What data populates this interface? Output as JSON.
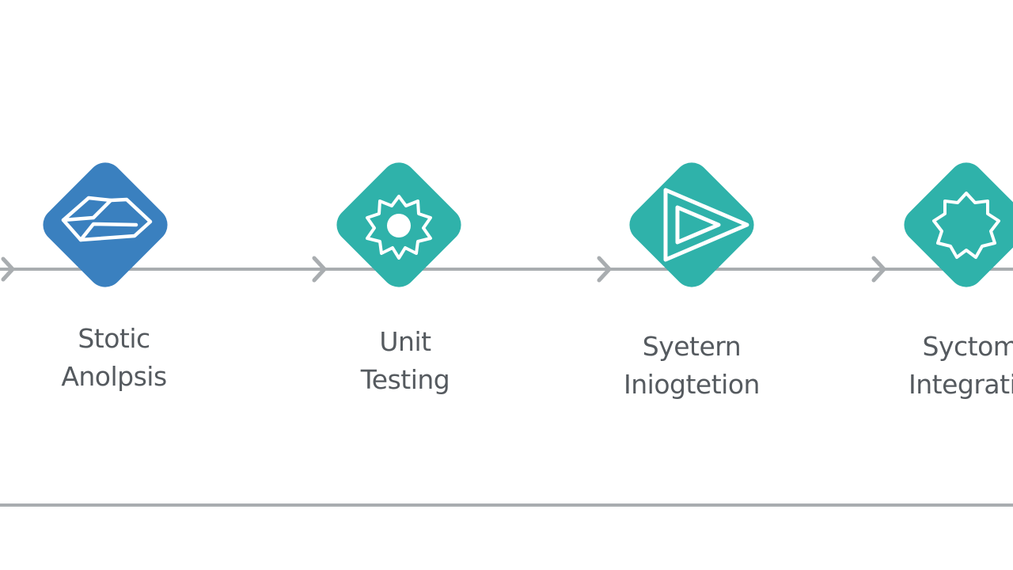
{
  "colors": {
    "step_blue": "#3a80bf",
    "step_teal": "#2fb2aa",
    "connector": "#a9adb0",
    "text": "#555a5f",
    "icon_stroke": "#ffffff"
  },
  "steps": [
    {
      "line1": "Stotic",
      "line2": "Anolpsis",
      "icon": "folder-cards-icon",
      "color": "#3a80bf"
    },
    {
      "line1": "Unit",
      "line2": "Testing",
      "icon": "gear-icon",
      "color": "#2fb2aa"
    },
    {
      "line1": "Syetern",
      "line2": "Iniogtetion",
      "icon": "play-triangle-icon",
      "color": "#2fb2aa"
    },
    {
      "line1": "Syctom",
      "line2": "Integratio",
      "icon": "badge-burst-icon",
      "color": "#2fb2aa"
    }
  ]
}
